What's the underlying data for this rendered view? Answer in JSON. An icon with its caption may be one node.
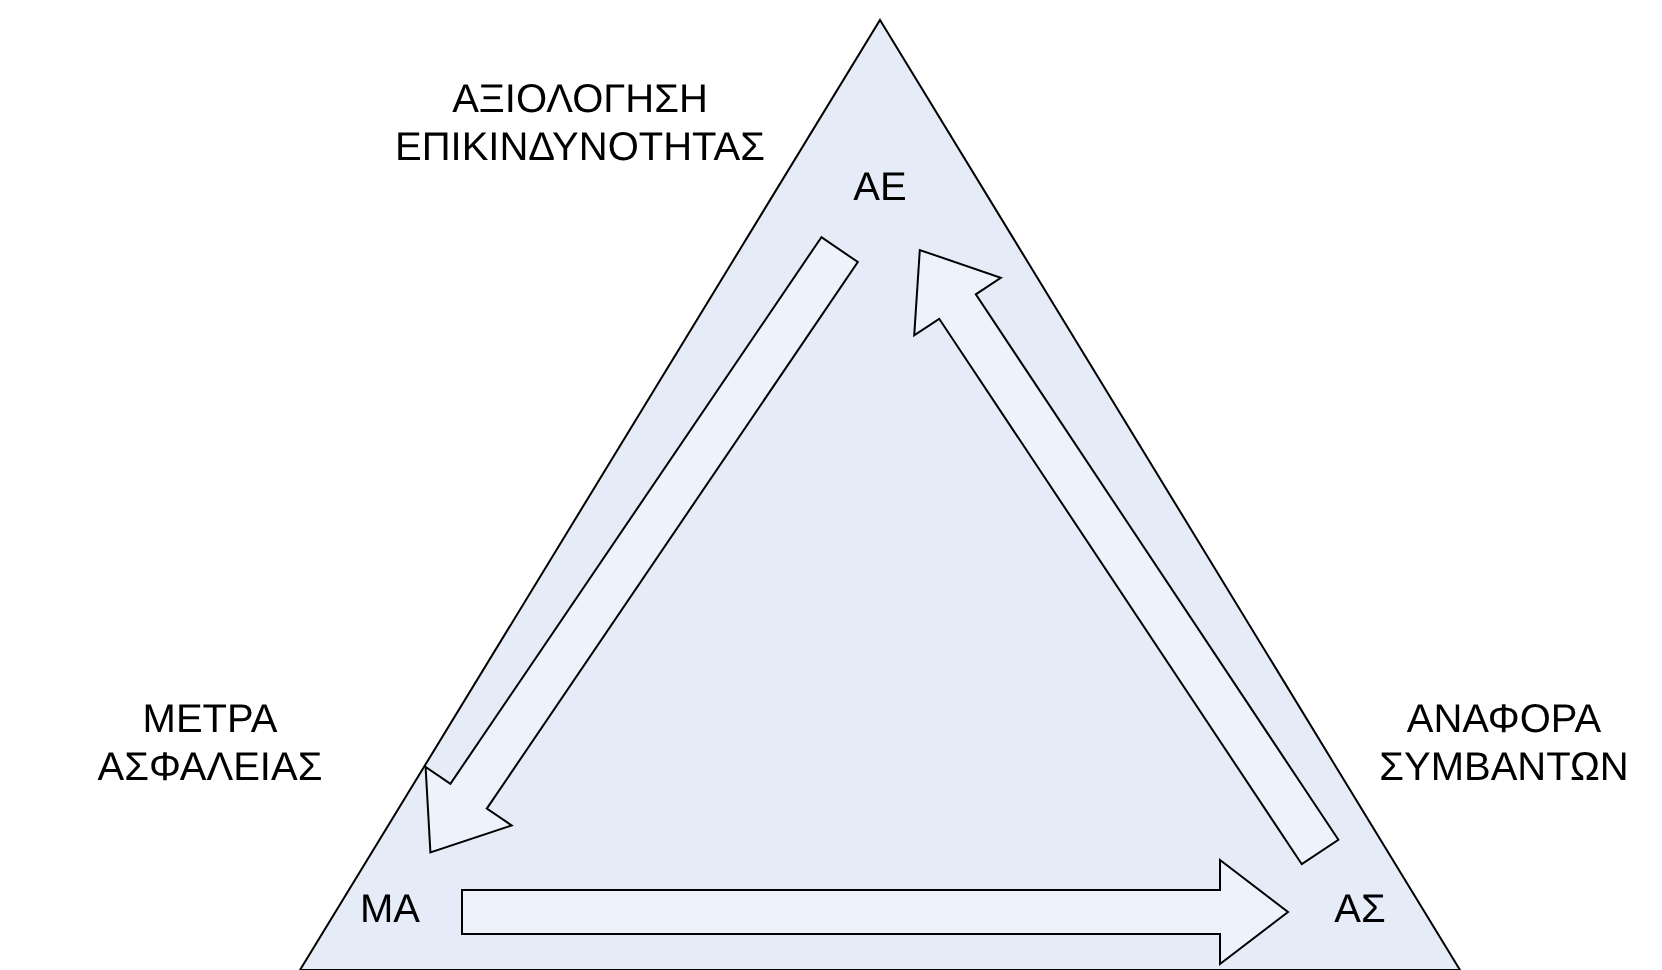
{
  "diagram": {
    "nodes": [
      {
        "text": [],
        "shape": "triangle"
      },
      {
        "text": [
          "ΑΕ"
        ],
        "in": 0,
        "beside": [
          "ΑΞΙΟΛΟΓΗΣΗ ΕΠΙΚΙΝΔΥΝΟΤΗΤΑΣ"
        ]
      },
      {
        "text": [
          "ΜΑ"
        ],
        "in": 0,
        "beside": [
          "ΜΕΤΡΑ ΑΣΦΑΛΕΙΑΣ"
        ]
      },
      {
        "text": [
          "ΑΣ"
        ],
        "in": 0,
        "beside": [
          "ΑΝΑΦΟΡΑ ΣΥΜΒΑΝΤΩΝ"
        ]
      }
    ],
    "edges": [
      {
        "from": 1,
        "to": 2,
        "arrow": "to"
      },
      {
        "from": 2,
        "to": 3,
        "arrow": "to"
      },
      {
        "from": 3,
        "to": 1,
        "arrow": "to"
      }
    ]
  }
}
